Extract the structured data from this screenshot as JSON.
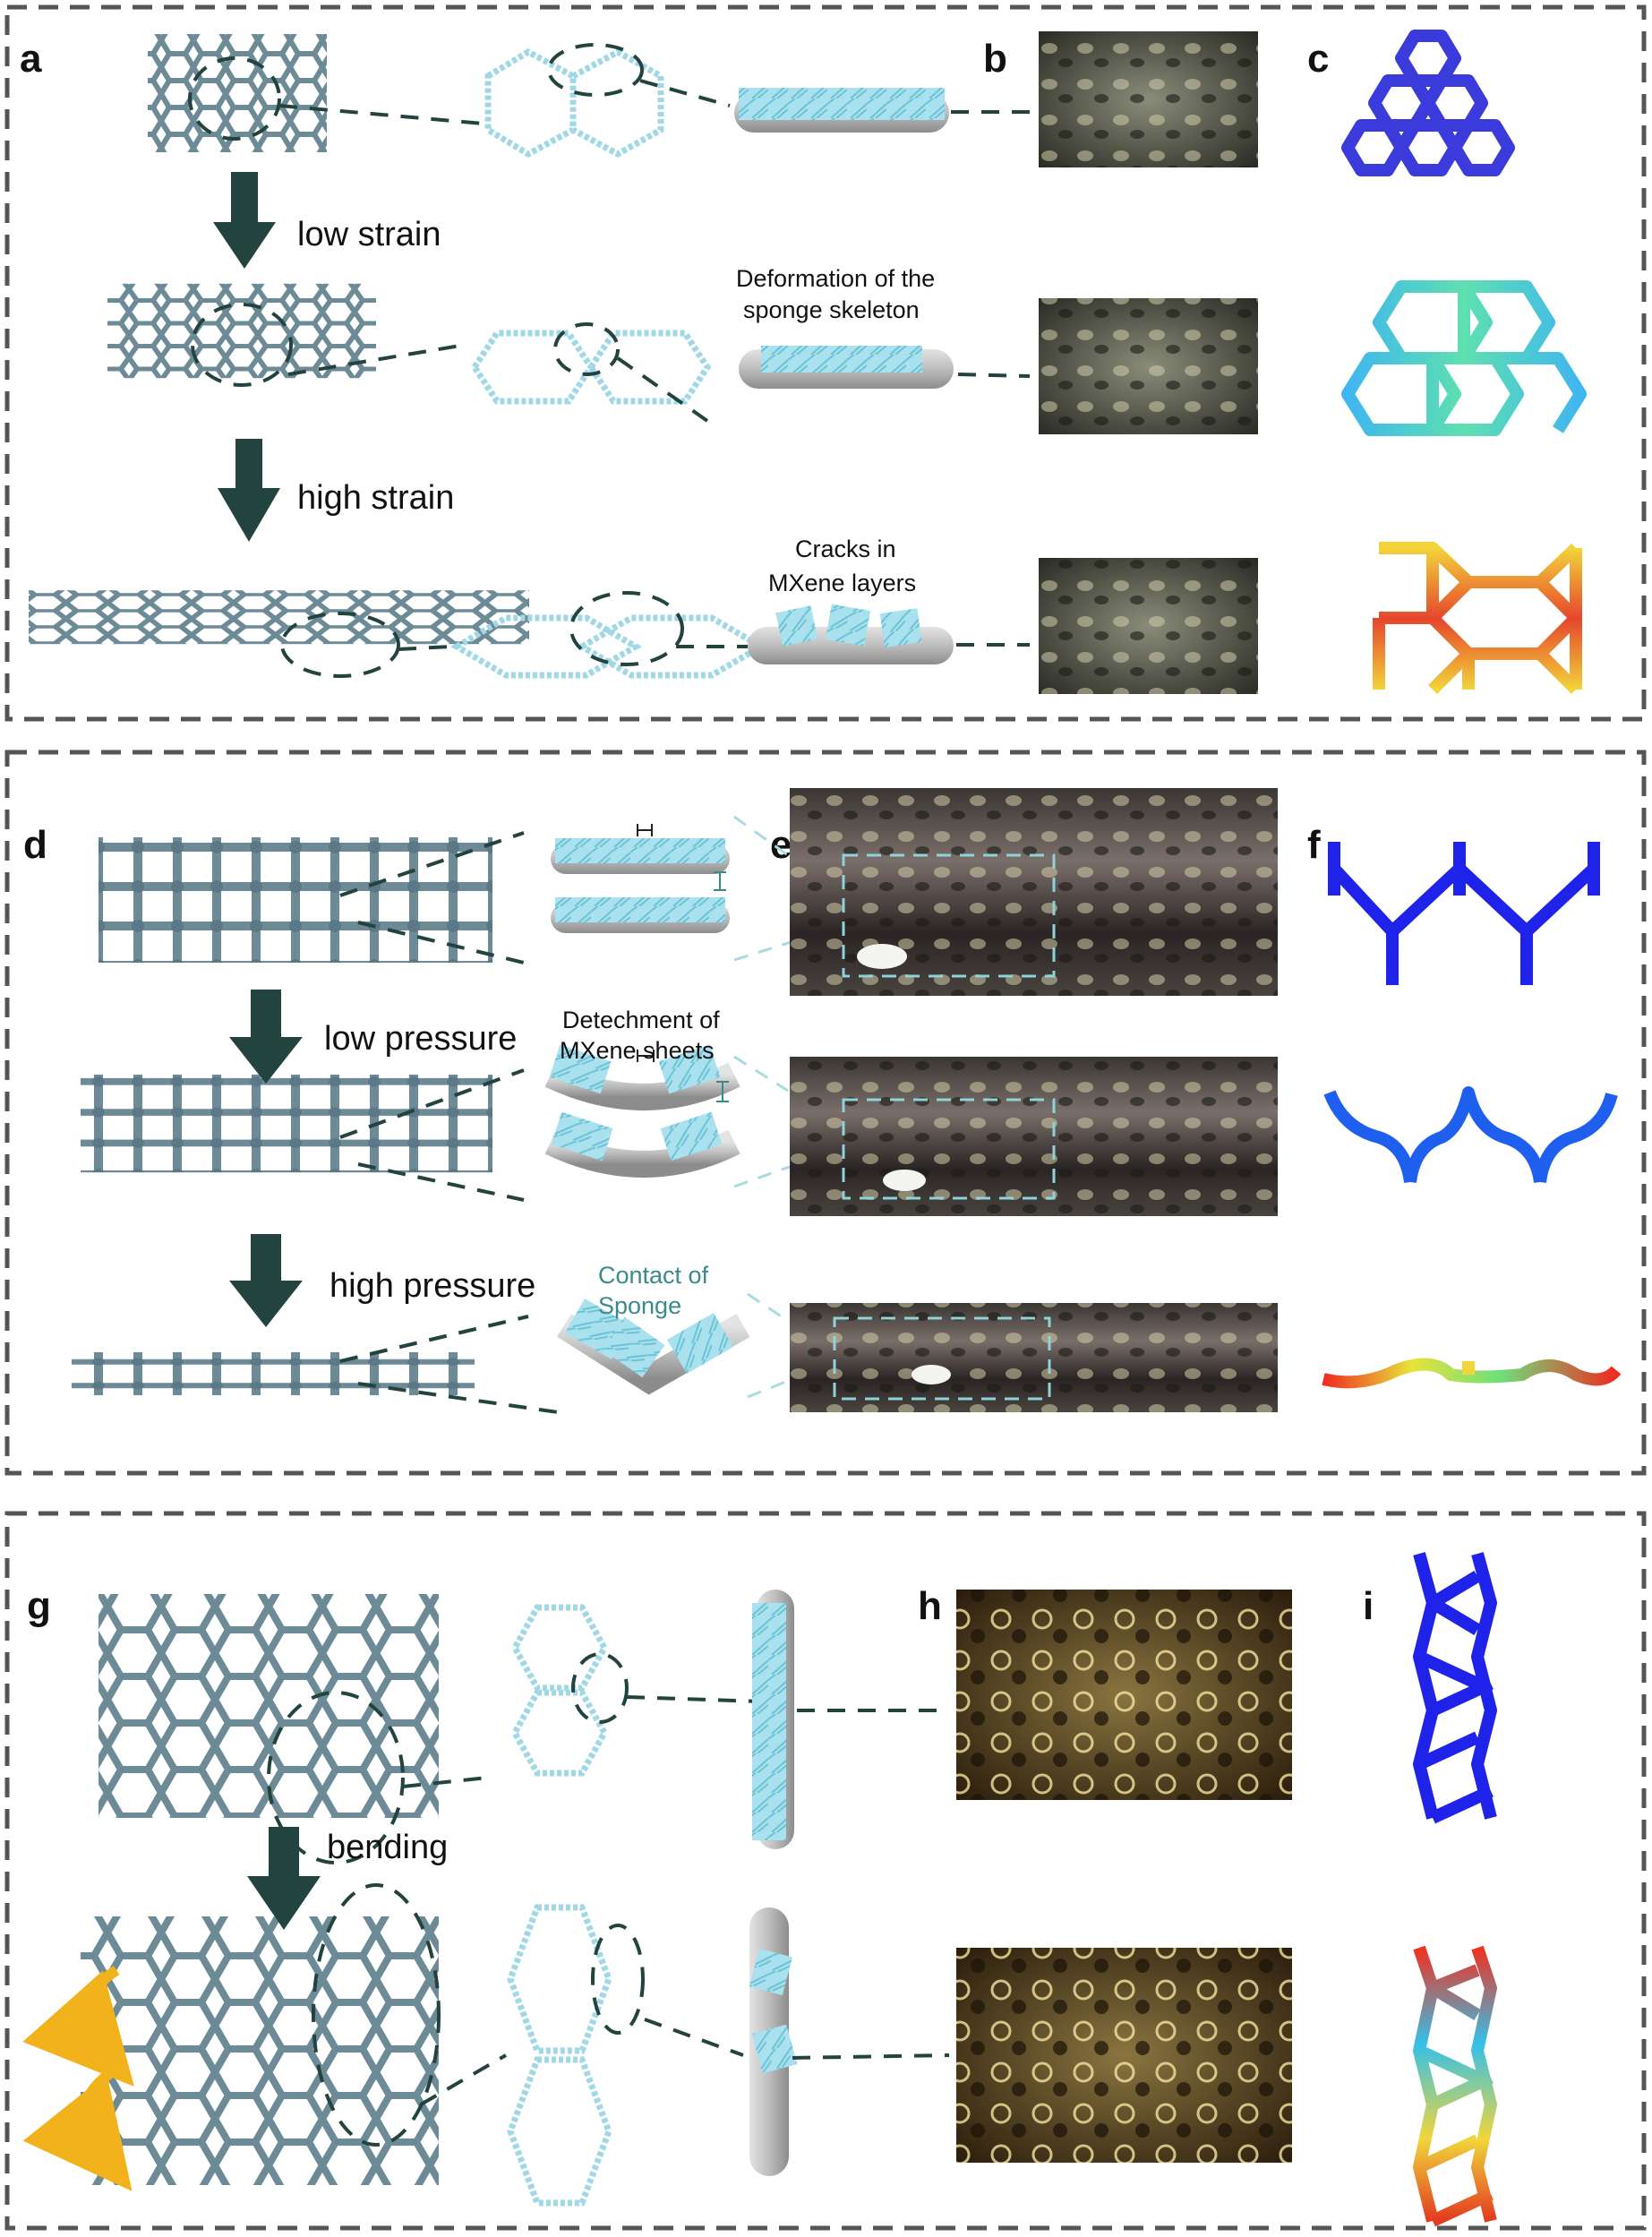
{
  "panels": {
    "a": "a",
    "b": "b",
    "c": "c",
    "d": "d",
    "e": "e",
    "f": "f",
    "g": "g",
    "h": "h",
    "i": "i"
  },
  "arrows": {
    "low_strain": "low strain",
    "high_strain": "high strain",
    "low_pressure": "low pressure",
    "high_pressure": "high pressure",
    "bending": "bending"
  },
  "annotations": {
    "deformation_line1": "Deformation of the",
    "deformation_line2": "sponge skeleton",
    "cracks_line1": "Cracks in",
    "cracks_line2": "MXene layers",
    "detachment_line1": "Detechment of",
    "detachment_line2": "MXene sheets",
    "contact_line1": "Contact of",
    "contact_line2": "Sponge"
  },
  "colors": {
    "sponge": "#6d8a97",
    "mxene": "#9fd8e6",
    "arrow": "#23433f",
    "sim_low": "#2a2be0",
    "sim_high": "#e02a1f",
    "bend_arrow": "#f2b21b"
  }
}
